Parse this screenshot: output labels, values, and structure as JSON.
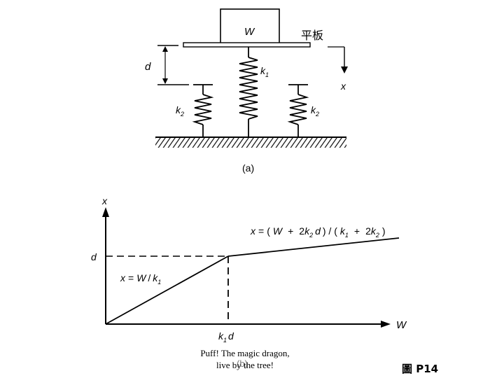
{
  "diagram_a": {
    "mass_label": "W",
    "plate_label": "平板",
    "gap_label": "d",
    "k1_main": "k",
    "k1_sub": "1",
    "k2_main": "k",
    "k2_sub": "2",
    "displacement_label": "x",
    "caption": "(a)"
  },
  "graph_b": {
    "y_axis_label": "x",
    "x_axis_label": "W",
    "d_tick": "d",
    "k1d_tick_main": "k",
    "k1d_tick_sub": "1",
    "k1d_tick_tail": "d",
    "eq_lower": {
      "lhs": "x",
      "eq": "=",
      "w": "W",
      "slash": "/",
      "k": "k",
      "sub": "1"
    },
    "eq_upper": {
      "lhs": "x",
      "eq": "=",
      "open1": "(",
      "w": "W",
      "plus1": "+",
      "two1": "2",
      "k_a": "k",
      "sub_a": "2",
      "d": "d",
      "close_slash": ") / (",
      "k_b": "k",
      "sub_b": "1",
      "plus2": "+",
      "two2": "2",
      "k_c": "k",
      "sub_c": "2",
      "close2": ")"
    }
  },
  "caption_lines": [
    "Puff! The magic dragon,",
    "live by the tree!"
  ],
  "overlay_text": "(b)",
  "figure_label": "圖 P14"
}
